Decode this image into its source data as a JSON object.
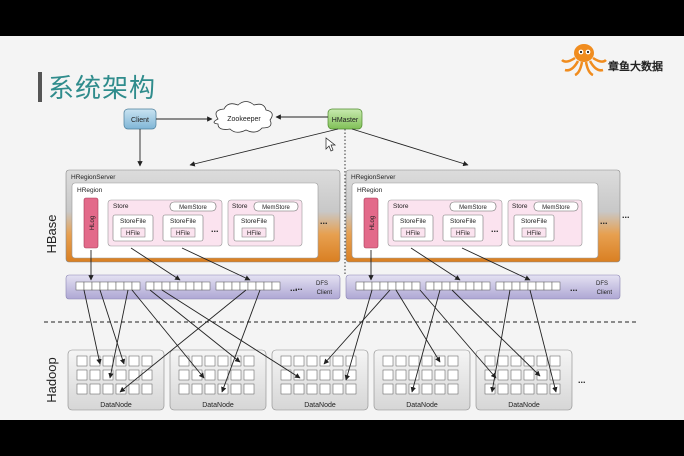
{
  "slide": {
    "title": "系统架构",
    "brand": "章鱼大数据",
    "logo_icon": "octopus-logo-icon",
    "accent_color": "#2f8c8c"
  },
  "diagram": {
    "client_label": "Client",
    "zookeeper_label": "Zookeeper",
    "hmaster_label": "HMaster",
    "hbase_label": "HBase",
    "hadoop_label": "Hadoop",
    "region_servers": [
      {
        "label": "HRegionServer",
        "region_label": "HRegion",
        "hlog_label": "HLog",
        "stores": [
          {
            "label": "Store",
            "memstore": "MemStore",
            "storefiles": [
              "StoreFile",
              "StoreFile"
            ],
            "hfile": "HFile",
            "more": "..."
          },
          {
            "label": "Store",
            "memstore": "MemStore",
            "storefiles": [
              "StoreFile"
            ],
            "hfile": "HFile"
          }
        ],
        "region_more": "...",
        "dfs_client": [
          "DFS",
          "Client"
        ]
      },
      {
        "label": "HRegionServer",
        "region_label": "HRegion",
        "hlog_label": "HLog",
        "stores": [
          {
            "label": "Store",
            "memstore": "MemStore",
            "storefiles": [
              "StoreFile",
              "StoreFile"
            ],
            "hfile": "HFile",
            "more": "..."
          },
          {
            "label": "Store",
            "memstore": "MemStore",
            "storefiles": [
              "StoreFile"
            ],
            "hfile": "HFile"
          }
        ],
        "region_more": "...",
        "dfs_client": [
          "DFS",
          "Client"
        ]
      }
    ],
    "server_more": "...",
    "dfs_more": "...",
    "datanodes": [
      "DataNode",
      "DataNode",
      "DataNode",
      "DataNode",
      "DataNode"
    ],
    "datanode_more": "...",
    "colors": {
      "client": "#8fc3df",
      "hmaster": "#9bd07a",
      "server_top": "#d9d9d9",
      "server_bottom": "#e2913a",
      "region_bg": "#ffffff",
      "store_bg": "#fbe3ef",
      "hlog": "#e36a8a",
      "dfs_bg": "#c7c2e2",
      "datanode_bg": "#e6e6e6"
    }
  }
}
